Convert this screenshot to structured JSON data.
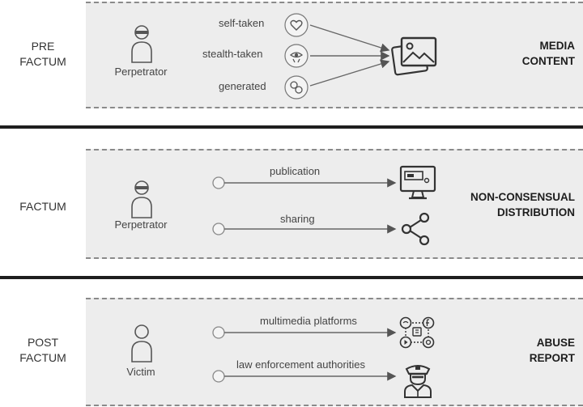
{
  "sections": [
    {
      "stage": "PRE\nFACTUM",
      "actor": "Perpetrator",
      "items": [
        "self-taken",
        "stealth-taken",
        "generated"
      ],
      "result": "MEDIA\nCONTENT"
    },
    {
      "stage": "FACTUM",
      "actor": "Perpetrator",
      "items": [
        "publication",
        "sharing"
      ],
      "result": "NON-CONSENSUAL\nDISTRIBUTION"
    },
    {
      "stage": "POST\nFACTUM",
      "actor": "Victim",
      "items": [
        "multimedia platforms",
        "law enforcement authorities"
      ],
      "result": "ABUSE\nREPORT"
    }
  ]
}
